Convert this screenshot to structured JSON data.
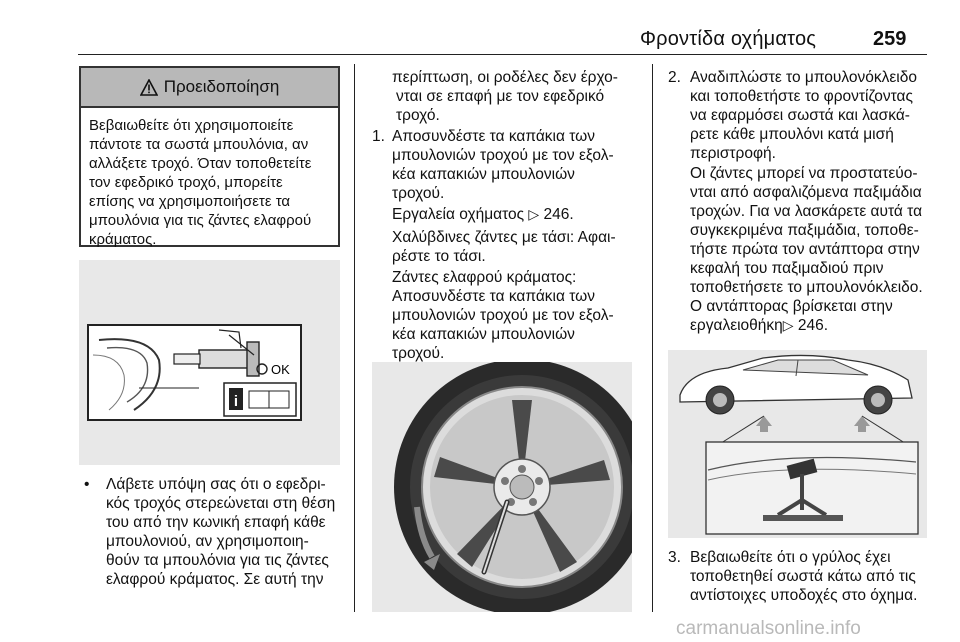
{
  "header": {
    "title": "Φροντίδα οχήματος",
    "page_number": "259"
  },
  "warning": {
    "title": "Προειδοποίηση",
    "lines": [
      "Βεβαιωθείτε ότι χρησιμοποιείτε",
      "πάντοτε τα σωστά μπουλόνια, αν",
      "αλλάξετε τροχό. Όταν τοποθετείτε",
      "τον εφεδρικό τροχό, μπορείτε",
      "επίσης να χρησιμοποιήσετε τα",
      "μπουλόνια για τις ζάντες ελαφρού",
      "κράματος."
    ]
  },
  "figure1": {
    "ok_label": "OK",
    "info_label": "i"
  },
  "bullet": {
    "marker": "•",
    "lines": [
      "Λάβετε υπόψη σας ότι ο εφεδρι-",
      "κός τροχός στερεώνεται στη θέση",
      "του από την κωνική επαφή κάθε",
      "μπουλονιού, αν χρησιμοποιη-",
      "θούν τα μπουλόνια για τις ζάντες",
      "ελαφρού κράματος. Σε αυτή την"
    ]
  },
  "middle": {
    "continuation": [
      "περίπτωση, οι ροδέλες δεν έρχο-",
      "νται σε επαφή με τον εφεδρικό",
      "τροχό."
    ],
    "step1_number": "1.",
    "step1_lines": [
      "Αποσυνδέστε τα καπάκια των",
      "μπουλονιών τροχού με τον εξολ-",
      "κέα καπακιών μπουλονιών",
      "τροχού."
    ],
    "tools_text": "Εργαλεία οχήματος",
    "tools_ref": "246.",
    "steel_lines": [
      "Χαλύβδινες ζάντες με τάσι: Αφαι-",
      "ρέστε το τάσι."
    ],
    "alloy_lines": [
      "Ζάντες ελαφρού κράματος:",
      "Αποσυνδέστε τα καπάκια των",
      "μπουλονιών τροχού με τον εξολ-",
      "κέα καπακιών μπουλονιών",
      "τροχού."
    ]
  },
  "right": {
    "step2_number": "2.",
    "step2_lines": [
      "Αναδιπλώστε το μπουλονόκλειδο",
      "και τοποθετήστε το φροντίζοντας",
      "να εφαρμόσει σωστά και λασκά-",
      "ρετε κάθε μπουλόνι κατά μισή",
      "περιστροφή."
    ],
    "note_lines": [
      "Οι ζάντες μπορεί να προστατεύο-",
      "νται από ασφαλιζόμενα παξιμάδια",
      "τροχών. Για να λασκάρετε αυτά τα",
      "συγκεκριμένα παξιμάδια, τοποθε-",
      "τήστε πρώτα τον αντάπτορα στην",
      "κεφαλή του παξιμαδιού πριν",
      "τοποθετήσετε το μπουλονόκλειδο.",
      "Ο αντάπτορας βρίσκεται στην"
    ],
    "note_last": "εργαλειοθήκη",
    "note_ref": "246.",
    "step3_number": "3.",
    "step3_lines": [
      "Βεβαιωθείτε ότι ο γρύλος έχει",
      "τοποθετηθεί σωστά κάτω από τις",
      "αντίστοιχες υποδοχές στο όχημα."
    ]
  },
  "watermark": "carmanualsonline.info"
}
